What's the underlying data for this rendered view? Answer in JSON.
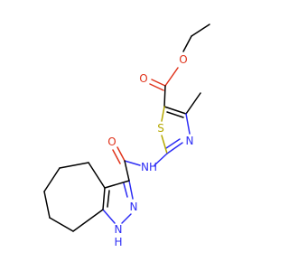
{
  "diagram": {
    "type": "chemical-structure",
    "atoms": {
      "o_ether": "O",
      "o_carbonyl_ester": "O",
      "s_ring": "S",
      "n_thiazole": "N",
      "nh_amide": "NH",
      "o_carbonyl_amide": "O",
      "n_pyrazole": "N",
      "nh_pyrazole_n": "N",
      "nh_pyrazole_h": "H"
    },
    "colors": {
      "carbon_bond": "#000000",
      "nitrogen": "#2d2df5",
      "oxygen": "#e0341c",
      "sulfur": "#b5a800",
      "background": "#ffffff"
    }
  }
}
